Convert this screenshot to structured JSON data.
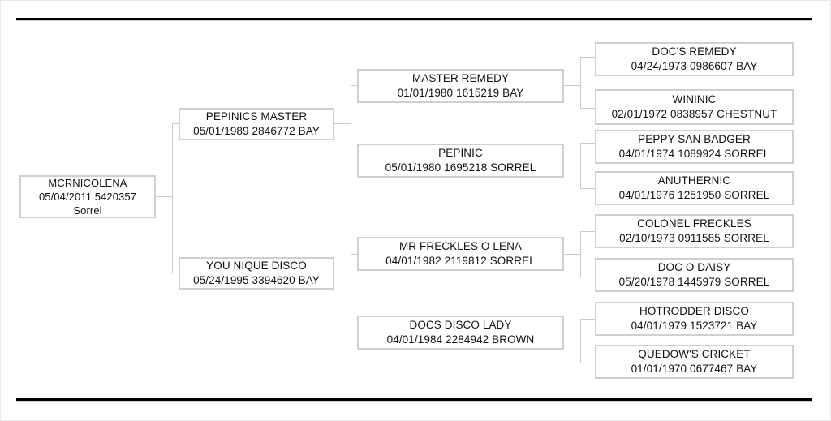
{
  "document": {
    "type": "pedigree-chart",
    "generations": 4,
    "rule_color": "#000000",
    "box_border_color": "#cfcfcf",
    "connector_color": "#c9c9c9",
    "background": "#ffffff"
  },
  "subject": {
    "name": "MCRNICOLENA",
    "meta": "05/04/2011 5420357",
    "extra": "Sorrel"
  },
  "generation1": [
    {
      "name": "PEPINICS MASTER",
      "meta": "05/01/1989 2846772 BAY"
    },
    {
      "name": "YOU NIQUE DISCO",
      "meta": "05/24/1995 3394620 BAY"
    }
  ],
  "generation2": [
    {
      "name": "MASTER REMEDY",
      "meta": "01/01/1980 1615219 BAY"
    },
    {
      "name": "PEPINIC",
      "meta": "05/01/1980 1695218 SORREL"
    },
    {
      "name": "MR FRECKLES O LENA",
      "meta": "04/01/1982 2119812 SORREL"
    },
    {
      "name": "DOCS DISCO LADY",
      "meta": "04/01/1984 2284942 BROWN"
    }
  ],
  "generation3": [
    {
      "name": "DOC'S REMEDY",
      "meta": "04/24/1973 0986607 BAY"
    },
    {
      "name": "WININIC",
      "meta": "02/01/1972 0838957 CHESTNUT"
    },
    {
      "name": "PEPPY SAN BADGER",
      "meta": "04/01/1974 1089924 SORREL"
    },
    {
      "name": "ANUTHERNIC",
      "meta": "04/01/1976 1251950 SORREL"
    },
    {
      "name": "COLONEL FRECKLES",
      "meta": "02/10/1973 0911585 SORREL"
    },
    {
      "name": "DOC O DAISY",
      "meta": "05/20/1978 1445979 SORREL"
    },
    {
      "name": "HOTRODDER DISCO",
      "meta": "04/01/1979 1523721 BAY"
    },
    {
      "name": "QUEDOW'S CRICKET",
      "meta": "01/01/1970 0677467 BAY"
    }
  ]
}
